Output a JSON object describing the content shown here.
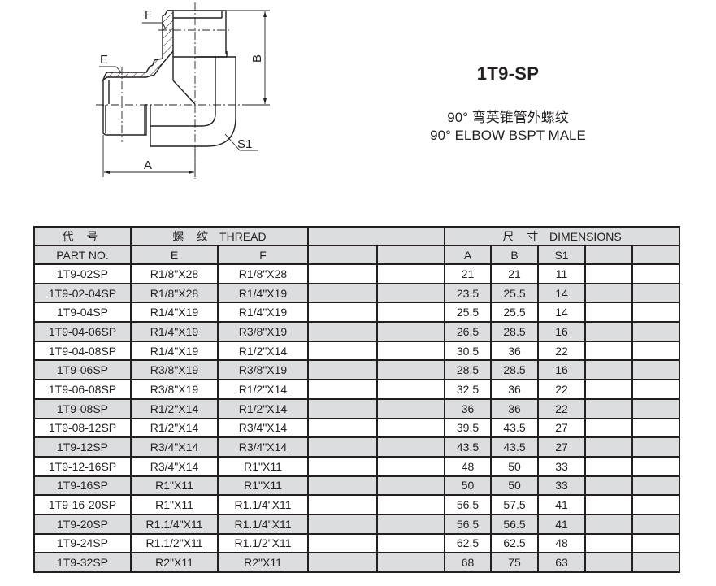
{
  "drawing": {
    "labels": {
      "e": "E",
      "f": "F",
      "a": "A",
      "b": "B",
      "s1": "S1"
    }
  },
  "header": {
    "model": "1T9-SP",
    "title_cn": "90° 弯英锥管外螺纹",
    "title_en": "90° ELBOW BSPT MALE"
  },
  "table": {
    "header_row1": {
      "part_cn": "代 号",
      "thread_cn": "螺 纹",
      "thread_en": "THREAD",
      "dim_cn": "尺 寸",
      "dim_en": "DIMENSIONS"
    },
    "header_row2": {
      "part_en": "PART NO.",
      "e": "E",
      "f": "F",
      "a": "A",
      "b": "B",
      "s1": "S1"
    },
    "rows": [
      {
        "part": "1T9-02SP",
        "e": "R1/8\"X28",
        "f": "R1/8\"X28",
        "a": "21",
        "b": "21",
        "s1": "11"
      },
      {
        "part": "1T9-02-04SP",
        "e": "R1/8\"X28",
        "f": "R1/4\"X19",
        "a": "23.5",
        "b": "25.5",
        "s1": "14"
      },
      {
        "part": "1T9-04SP",
        "e": "R1/4\"X19",
        "f": "R1/4\"X19",
        "a": "25.5",
        "b": "25.5",
        "s1": "14"
      },
      {
        "part": "1T9-04-06SP",
        "e": "R1/4\"X19",
        "f": "R3/8\"X19",
        "a": "26.5",
        "b": "28.5",
        "s1": "16"
      },
      {
        "part": "1T9-04-08SP",
        "e": "R1/4\"X19",
        "f": "R1/2\"X14",
        "a": "30.5",
        "b": "36",
        "s1": "22"
      },
      {
        "part": "1T9-06SP",
        "e": "R3/8\"X19",
        "f": "R3/8\"X19",
        "a": "28.5",
        "b": "28.5",
        "s1": "16"
      },
      {
        "part": "1T9-06-08SP",
        "e": "R3/8\"X19",
        "f": "R1/2\"X14",
        "a": "32.5",
        "b": "36",
        "s1": "22"
      },
      {
        "part": "1T9-08SP",
        "e": "R1/2\"X14",
        "f": "R1/2\"X14",
        "a": "36",
        "b": "36",
        "s1": "22"
      },
      {
        "part": "1T9-08-12SP",
        "e": "R1/2\"X14",
        "f": "R3/4\"X14",
        "a": "39.5",
        "b": "43.5",
        "s1": "27"
      },
      {
        "part": "1T9-12SP",
        "e": "R3/4\"X14",
        "f": "R3/4\"X14",
        "a": "43.5",
        "b": "43.5",
        "s1": "27"
      },
      {
        "part": "1T9-12-16SP",
        "e": "R3/4\"X14",
        "f": "R1\"X11",
        "a": "48",
        "b": "50",
        "s1": "33"
      },
      {
        "part": "1T9-16SP",
        "e": "R1\"X11",
        "f": "R1\"X11",
        "a": "50",
        "b": "50",
        "s1": "33"
      },
      {
        "part": "1T9-16-20SP",
        "e": "R1\"X11",
        "f": "R1.1/4\"X11",
        "a": "56.5",
        "b": "57.5",
        "s1": "41"
      },
      {
        "part": "1T9-20SP",
        "e": "R1.1/4\"X11",
        "f": "R1.1/4\"X11",
        "a": "56.5",
        "b": "56.5",
        "s1": "41"
      },
      {
        "part": "1T9-24SP",
        "e": "R1.1/2\"X11",
        "f": "R1.1/2\"X11",
        "a": "62.5",
        "b": "62.5",
        "s1": "48"
      },
      {
        "part": "1T9-32SP",
        "e": "R2\"X11",
        "f": "R2\"X11",
        "a": "68",
        "b": "75",
        "s1": "63"
      }
    ]
  },
  "colors": {
    "header_bg": "#dcdddf",
    "line": "#231f20",
    "row_alt": "#dcdddf"
  }
}
